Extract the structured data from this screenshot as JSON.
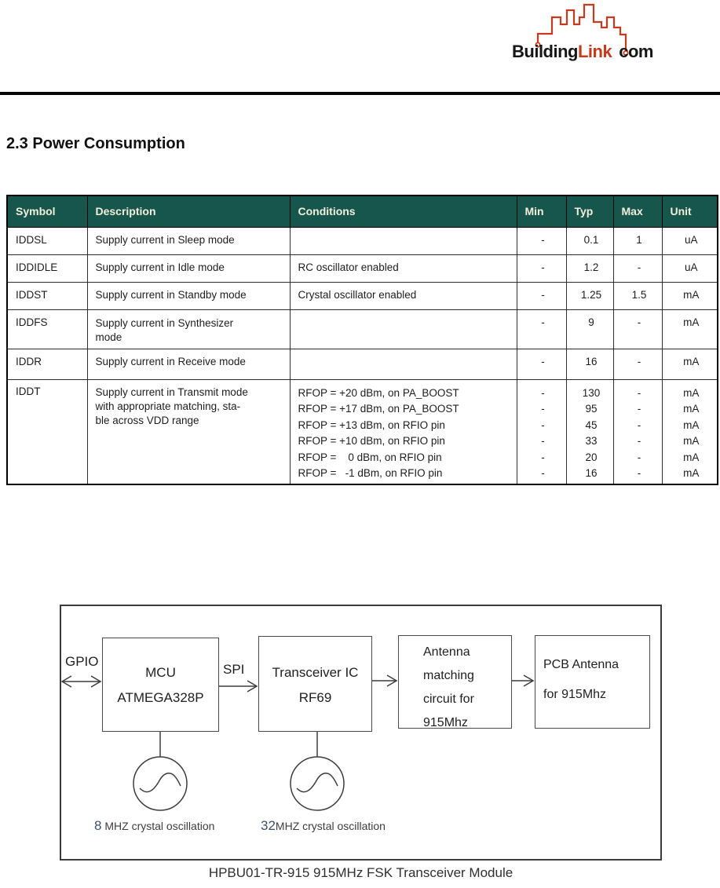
{
  "logo": {
    "building": "Building",
    "link": "Link",
    "com": "com"
  },
  "colors": {
    "accent_red": "#c8391d",
    "table_header_bg": "#17564c",
    "table_header_text": "#f2eedb"
  },
  "section_title": "2.3 Power Consumption",
  "table": {
    "headers": [
      "Symbol",
      "Description",
      "Conditions",
      "Min",
      "Typ",
      "Max",
      "Unit"
    ],
    "rows": [
      {
        "symbol": "IDDSL",
        "description": "Supply current in Sleep mode",
        "conditions": "",
        "min": "-",
        "typ": "0.1",
        "max": "1",
        "unit": "uA"
      },
      {
        "symbol": "IDDIDLE",
        "description": "Supply current in Idle mode",
        "conditions": "RC oscillator enabled",
        "min": "-",
        "typ": "1.2",
        "max": "-",
        "unit": "uA"
      },
      {
        "symbol": "IDDST",
        "description": "Supply current in Standby mode",
        "conditions": "Crystal oscillator enabled",
        "min": "-",
        "typ": "1.25",
        "max": "1.5",
        "unit": "mA"
      },
      {
        "symbol": "IDDFS",
        "description_lines": [
          "Supply current in Synthesizer",
          "mode"
        ],
        "conditions": "",
        "min": "-",
        "typ": "9",
        "max": "-",
        "unit": "mA"
      },
      {
        "symbol": "IDDR",
        "description": "Supply current in Receive mode",
        "conditions": "",
        "min": "-",
        "typ": "16",
        "max": "-",
        "unit": "mA"
      },
      {
        "symbol": "IDDT",
        "description_lines": [
          "Supply current in Transmit mode",
          "with appropriate matching, sta-",
          "ble across VDD range"
        ],
        "conditions_lines": [
          "RFOP = +20 dBm, on PA_BOOST",
          "RFOP = +17 dBm, on PA_BOOST",
          "RFOP = +13 dBm, on RFIO pin",
          "RFOP = +10 dBm, on RFIO pin",
          "RFOP =    0 dBm, on RFIO pin",
          "RFOP =   -1 dBm, on RFIO pin"
        ],
        "min_lines": [
          "-",
          "-",
          "-",
          "-",
          "-",
          "-"
        ],
        "typ_lines": [
          "130",
          "95",
          "45",
          "33",
          "20",
          "16"
        ],
        "max_lines": [
          "-",
          "-",
          "-",
          "-",
          "-",
          "-"
        ],
        "unit_lines": [
          "mA",
          "mA",
          "mA",
          "mA",
          "mA",
          "mA"
        ]
      }
    ]
  },
  "diagram": {
    "gpio_label": "GPIO",
    "spi_label": "SPI",
    "mcu_line1": "MCU",
    "mcu_line2": "ATMEGA328P",
    "transceiver_line1": "Transceiver IC",
    "transceiver_line2": "RF69",
    "antenna_matching_lines": [
      "Antenna",
      "matching",
      "circuit for",
      "915Mhz"
    ],
    "pcb_antenna_lines": [
      "PCB Antenna",
      "for 915Mhz"
    ],
    "osc1_number": "8",
    "osc1_text": " MHZ crystal oscillation",
    "osc2_number": "32",
    "osc2_text": "MHZ crystal oscillation",
    "caption": "HPBU01-TR-915 915MHz FSK Transceiver Module"
  }
}
